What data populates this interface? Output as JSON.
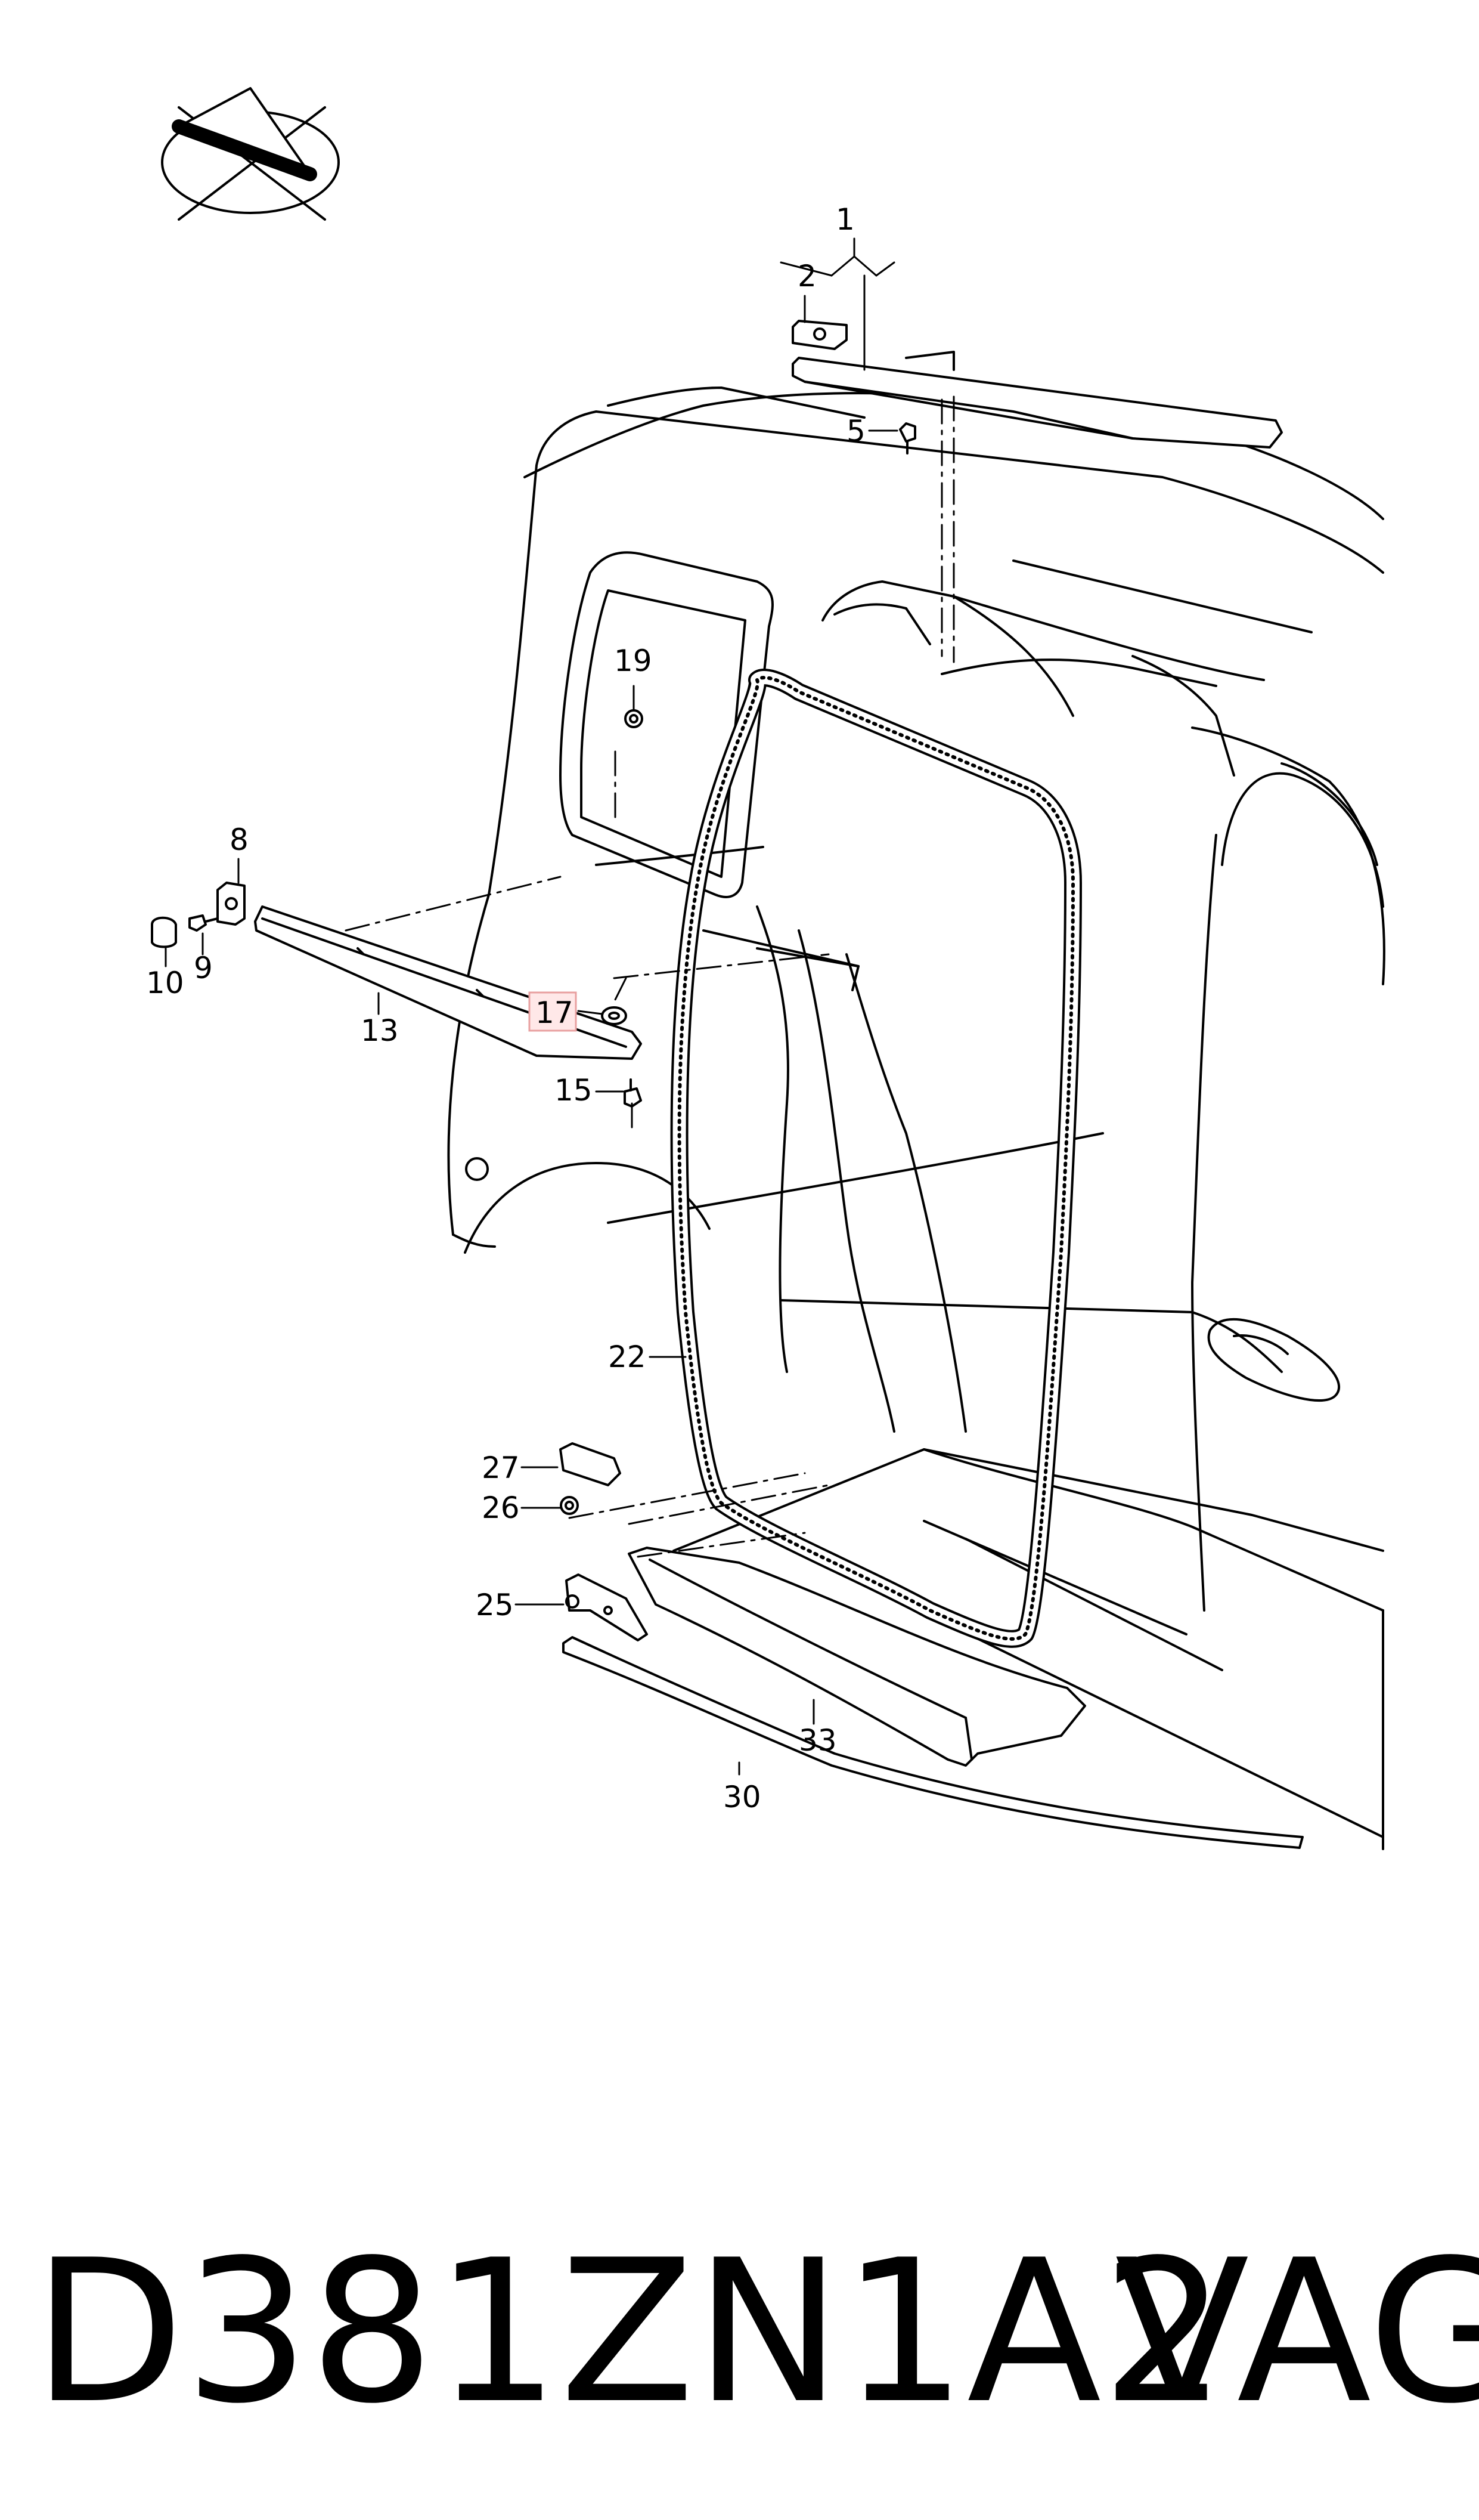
{
  "diagram": {
    "callouts": [
      {
        "id": "c1",
        "label": "1"
      },
      {
        "id": "c2",
        "label": "2"
      },
      {
        "id": "c5",
        "label": "5"
      },
      {
        "id": "c19",
        "label": "19"
      },
      {
        "id": "c8",
        "label": "8"
      },
      {
        "id": "c9",
        "label": "9"
      },
      {
        "id": "c10",
        "label": "10"
      },
      {
        "id": "c13",
        "label": "13"
      },
      {
        "id": "c17",
        "label": "17",
        "highlighted": true
      },
      {
        "id": "c15",
        "label": "15"
      },
      {
        "id": "c22",
        "label": "22"
      },
      {
        "id": "c27",
        "label": "27"
      },
      {
        "id": "c26",
        "label": "26"
      },
      {
        "id": "c25",
        "label": "25"
      },
      {
        "id": "c33",
        "label": "33"
      },
      {
        "id": "c30",
        "label": "30"
      }
    ],
    "highlight_color": "#e8a0a0",
    "line_color": "#000000"
  },
  "footer": {
    "part_code": "D381ZN1A2",
    "brand": "VAG"
  }
}
